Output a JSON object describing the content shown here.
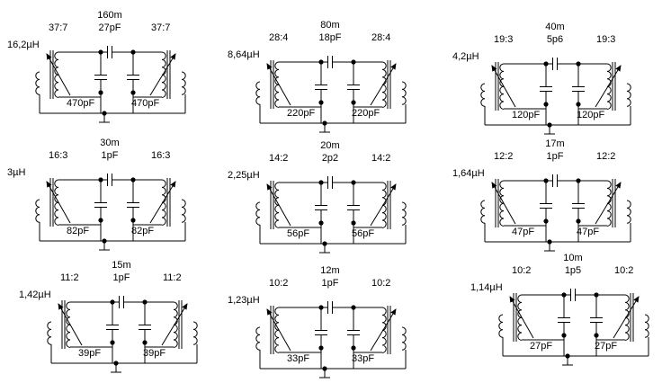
{
  "filters": [
    {
      "band": "160m",
      "inductance": "16,2µH",
      "ratio_left": "37:7",
      "ratio_right": "37:7",
      "coupling": "27pF",
      "cap_left": "470pF",
      "cap_right": "470pF"
    },
    {
      "band": "80m",
      "inductance": "8,64µH",
      "ratio_left": "28:4",
      "ratio_right": "28:4",
      "coupling": "18pF",
      "cap_left": "220pF",
      "cap_right": "220pF"
    },
    {
      "band": "40m",
      "inductance": "4,2µH",
      "ratio_left": "19:3",
      "ratio_right": "19:3",
      "coupling": "5p6",
      "cap_left": "120pF",
      "cap_right": "120pF"
    },
    {
      "band": "30m",
      "inductance": "3µH",
      "ratio_left": "16:3",
      "ratio_right": "16:3",
      "coupling": "1pF",
      "cap_left": "82pF",
      "cap_right": "82pF"
    },
    {
      "band": "20m",
      "inductance": "2,25µH",
      "ratio_left": "14:2",
      "ratio_right": "14:2",
      "coupling": "2p2",
      "cap_left": "56pF",
      "cap_right": "56pF"
    },
    {
      "band": "17m",
      "inductance": "1,64µH",
      "ratio_left": "12:2",
      "ratio_right": "12:2",
      "coupling": "1pF",
      "cap_left": "47pF",
      "cap_right": "47pF"
    },
    {
      "band": "15m",
      "inductance": "1,42µH",
      "ratio_left": "11:2",
      "ratio_right": "11:2",
      "coupling": "1pF",
      "cap_left": "39pF",
      "cap_right": "39pF"
    },
    {
      "band": "12m",
      "inductance": "1,23µH",
      "ratio_left": "10:2",
      "ratio_right": "10:2",
      "coupling": "1pF",
      "cap_left": "33pF",
      "cap_right": "33pF"
    },
    {
      "band": "10m",
      "inductance": "1,14µH",
      "ratio_left": "10:2",
      "ratio_right": "10:2",
      "coupling": "1p5",
      "cap_left": "27pF",
      "cap_right": "27pF"
    }
  ]
}
